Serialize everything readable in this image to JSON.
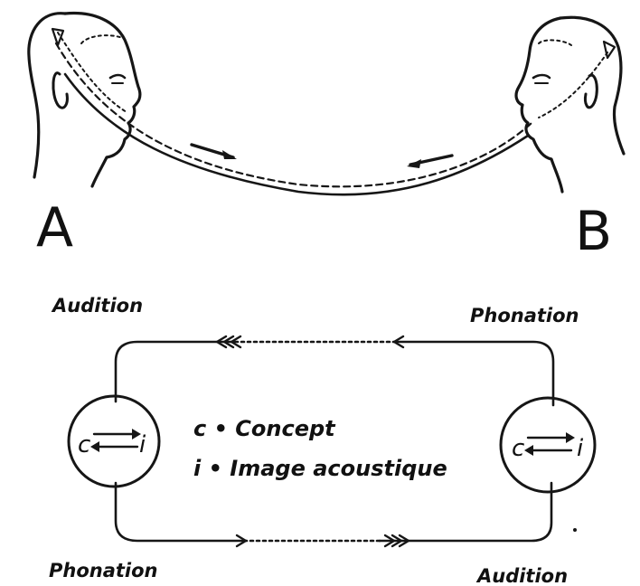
{
  "speaker_a_letter": "A",
  "speaker_b_letter": "B",
  "labels": {
    "top_left": "Audition",
    "top_right": "Phonation",
    "bottom_left": "Phonation",
    "bottom_right": "Audition"
  },
  "circles": {
    "left_c": "c",
    "left_i": "i",
    "right_c": "c",
    "right_i": "i"
  },
  "legend": {
    "line1": "c • Concept",
    "line2": "i • Image acoustique"
  },
  "colors": {
    "ink": "#161616",
    "paper": "#ffffff"
  }
}
